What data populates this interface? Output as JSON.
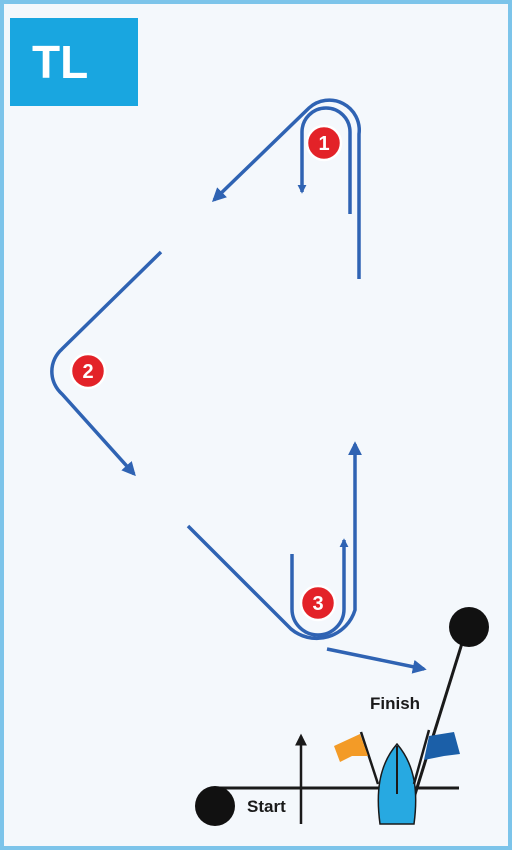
{
  "badge": {
    "label": "TL"
  },
  "marks": [
    {
      "number": "1"
    },
    {
      "number": "2"
    },
    {
      "number": "3"
    }
  ],
  "labels": {
    "finish": "Finish",
    "start": "Start"
  },
  "colors": {
    "course_line": "#2f63b3",
    "mark_fill": "#e32228",
    "badge_bg": "#19a6e0",
    "frame_border": "#7cc4ea",
    "orange_flag": "#f39b27",
    "blue_flag": "#1b5fa8",
    "committee_boat": "#27a9e1"
  }
}
